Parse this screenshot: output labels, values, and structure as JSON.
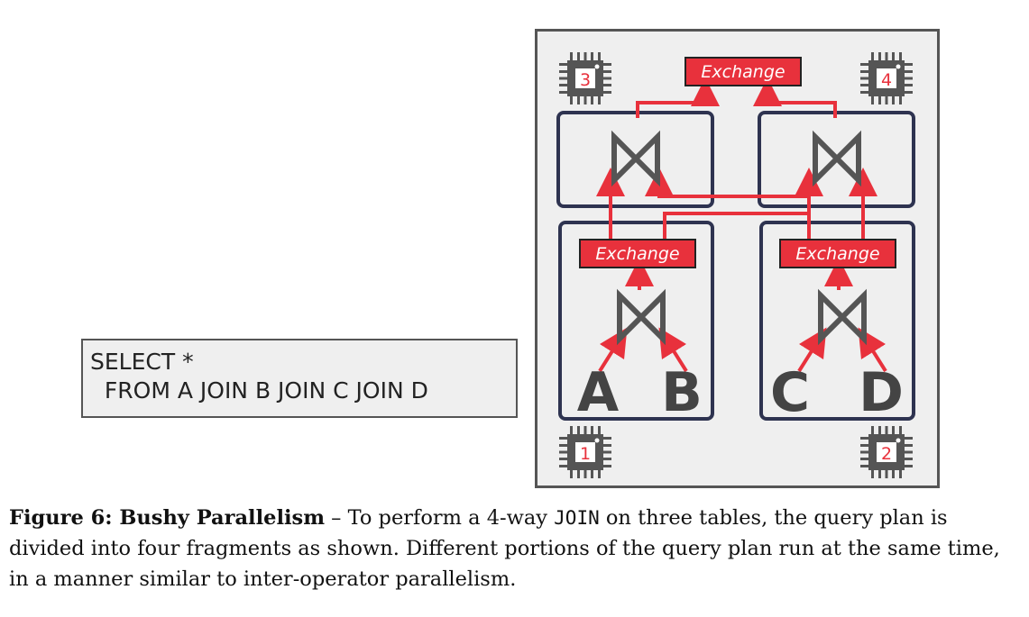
{
  "sql": {
    "line1": "SELECT *",
    "line2": "  FROM A JOIN B JOIN C JOIN D"
  },
  "diagram": {
    "exchange_labels": [
      "Exchange",
      "Exchange",
      "Exchange"
    ],
    "cpu_labels": [
      "1",
      "2",
      "3",
      "4"
    ],
    "tables": [
      "A",
      "B",
      "C",
      "D"
    ]
  },
  "caption": {
    "label": "Figure 6: Bushy Parallelism",
    "dash": " – To perform a 4-way ",
    "code": "JOIN",
    "rest1": " on three tables, the query plan is divided into four fragments as shown. Different portions of the query plan run at the same time, in a manner similar to inter-operator parallelism."
  },
  "colors": {
    "accent_red": "#e8313c",
    "frame_navy": "#2e3350",
    "panel_bg": "#efefef",
    "icon_gray": "#555555"
  }
}
